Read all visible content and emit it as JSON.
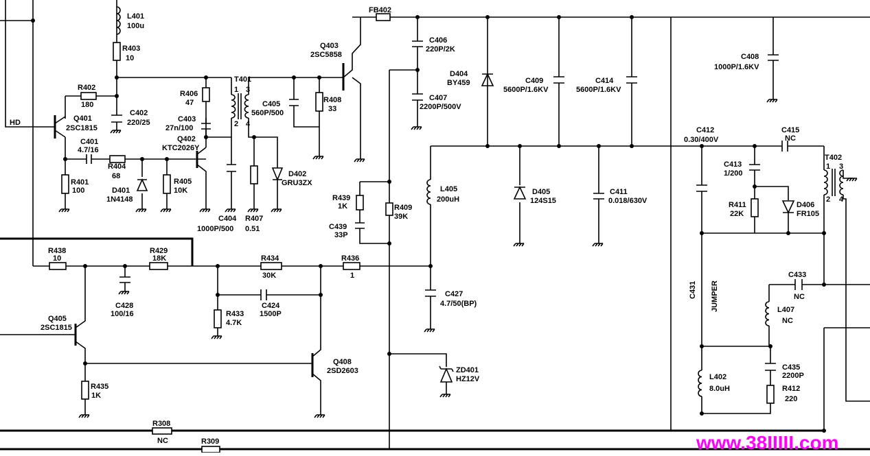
{
  "colors": {
    "ink": "#000000",
    "watermark": "#ff00ff",
    "background": "#ffffff"
  },
  "watermark": "www.38IIIII.com",
  "nets": {
    "hd": "HD",
    "fb": "FB402"
  },
  "parts": [
    {
      "ref": "L401",
      "value": "100u"
    },
    {
      "ref": "R403",
      "value": "10"
    },
    {
      "ref": "R402",
      "value": "180"
    },
    {
      "ref": "Q401",
      "value": "2SC1815"
    },
    {
      "ref": "C402",
      "value": "220/25"
    },
    {
      "ref": "C401",
      "value": "4.7/16"
    },
    {
      "ref": "R404",
      "value": "68"
    },
    {
      "ref": "R401",
      "value": "100"
    },
    {
      "ref": "D401",
      "value": "1N4148"
    },
    {
      "ref": "R405",
      "value": "10K"
    },
    {
      "ref": "R406",
      "value": "47"
    },
    {
      "ref": "C403",
      "value": "27n/100"
    },
    {
      "ref": "Q402",
      "value": "KTC2026Y"
    },
    {
      "ref": "C404",
      "value": "1000P/500"
    },
    {
      "ref": "R407",
      "value": "0.51"
    },
    {
      "ref": "T401",
      "value": ""
    },
    {
      "ref": "C405",
      "value": "560P/500"
    },
    {
      "ref": "R408",
      "value": "33"
    },
    {
      "ref": "D402",
      "value": "GRU3ZX"
    },
    {
      "ref": "Q403",
      "value": "2SC5858"
    },
    {
      "ref": "C406",
      "value": "220P/2K"
    },
    {
      "ref": "C407",
      "value": "2200P/500V"
    },
    {
      "ref": "D404",
      "value": "BY459"
    },
    {
      "ref": "C409",
      "value": "5600P/1.6KV"
    },
    {
      "ref": "C414",
      "value": "5600P/1.6KV"
    },
    {
      "ref": "C408",
      "value": "1000P/1.6KV"
    },
    {
      "ref": "R439",
      "value": "1K"
    },
    {
      "ref": "R409",
      "value": "39K"
    },
    {
      "ref": "C439",
      "value": "33P"
    },
    {
      "ref": "L405",
      "value": "200uH"
    },
    {
      "ref": "D405",
      "value": "124S15"
    },
    {
      "ref": "C411",
      "value": "0.018/630V"
    },
    {
      "ref": "C412",
      "value": "0.30/400V"
    },
    {
      "ref": "C415",
      "value": "NC"
    },
    {
      "ref": "C413",
      "value": "1/200"
    },
    {
      "ref": "R411",
      "value": "22K"
    },
    {
      "ref": "D406",
      "value": "FR105"
    },
    {
      "ref": "T402",
      "value": ""
    },
    {
      "ref": "R438",
      "value": "10"
    },
    {
      "ref": "R429",
      "value": "18K"
    },
    {
      "ref": "R434",
      "value": "30K"
    },
    {
      "ref": "R436",
      "value": "1"
    },
    {
      "ref": "C428",
      "value": "100/16"
    },
    {
      "ref": "Q405",
      "value": "2SC1815"
    },
    {
      "ref": "R433",
      "value": "4.7K"
    },
    {
      "ref": "C424",
      "value": "1500P"
    },
    {
      "ref": "Q408",
      "value": "2SD2603"
    },
    {
      "ref": "R435",
      "value": "1K"
    },
    {
      "ref": "C427",
      "value": "4.7/50(BP)"
    },
    {
      "ref": "ZD401",
      "value": "HZ12V"
    },
    {
      "ref": "C431",
      "value": "JUMPER"
    },
    {
      "ref": "C433",
      "value": "NC"
    },
    {
      "ref": "L407",
      "value": "NC"
    },
    {
      "ref": "L402",
      "value": "8.0uH"
    },
    {
      "ref": "C435",
      "value": "2200P"
    },
    {
      "ref": "R412",
      "value": "220"
    },
    {
      "ref": "R308",
      "value": "NC"
    },
    {
      "ref": "R309",
      "value": ""
    }
  ],
  "pins": {
    "t401": [
      "1",
      "2",
      "3",
      "4"
    ],
    "t402": [
      "1",
      "2",
      "3",
      "4"
    ]
  }
}
